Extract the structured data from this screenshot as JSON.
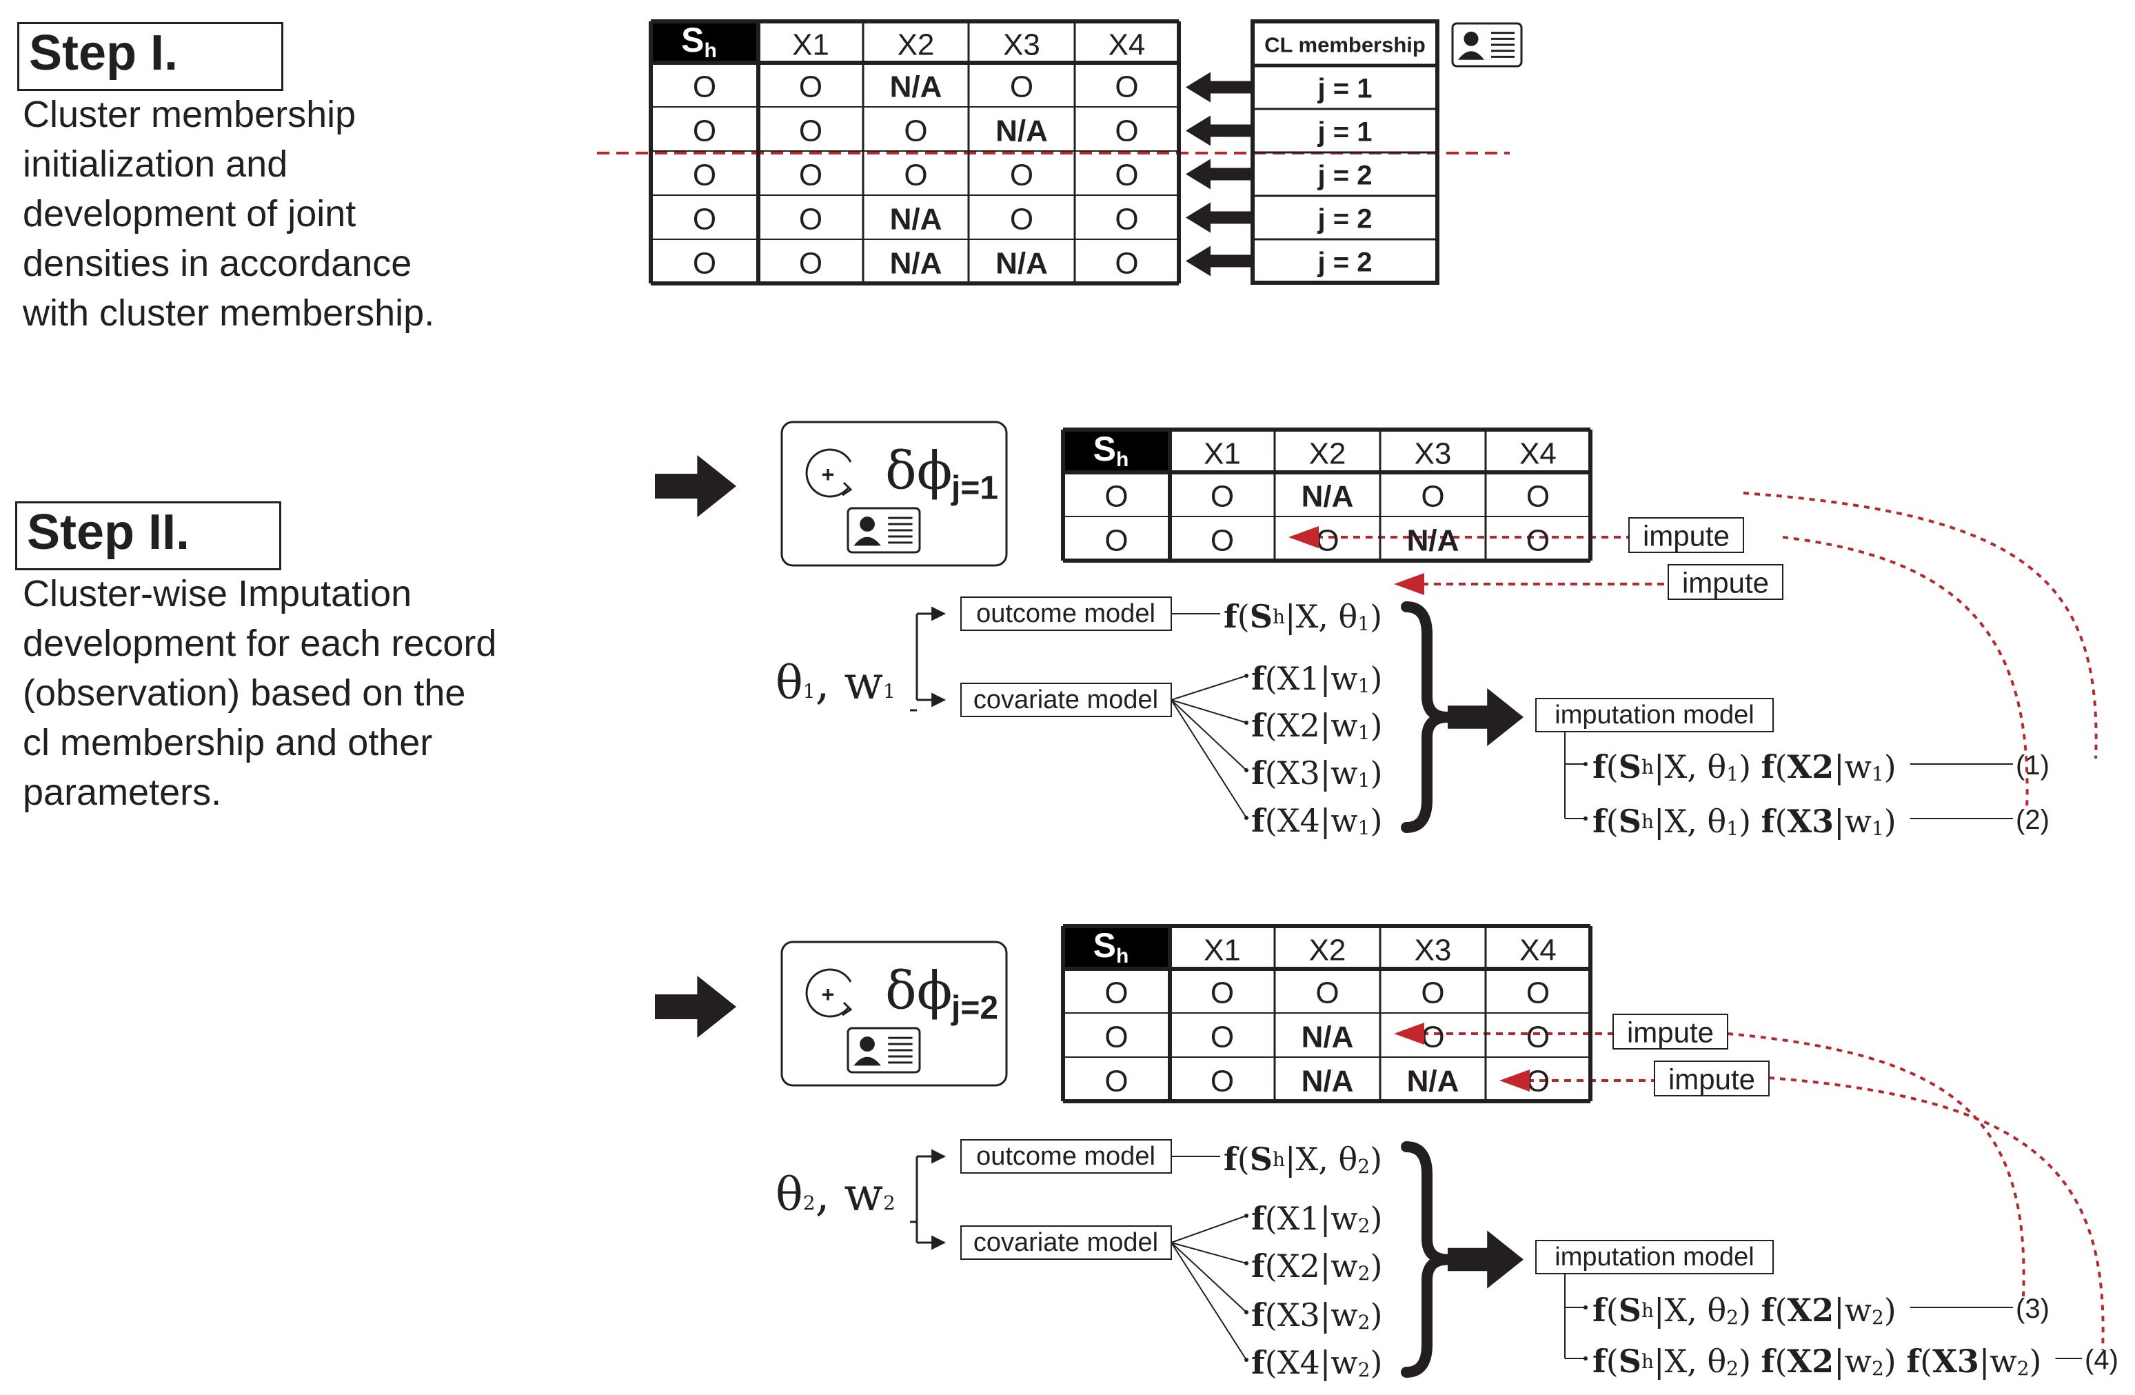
{
  "step1": {
    "title": "Step I.",
    "description": [
      "Cluster membership",
      "initialization and",
      "development of joint",
      "densities in accordance",
      "with cluster membership."
    ],
    "table": {
      "header_sh": "S",
      "header_sh_sub": "h",
      "columns": [
        "X1",
        "X2",
        "X3",
        "X4"
      ],
      "rows": [
        [
          "O",
          "O",
          "N/A",
          "O",
          "O"
        ],
        [
          "O",
          "O",
          "O",
          "N/A",
          "O"
        ],
        [
          "O",
          "O",
          "O",
          "O",
          "O"
        ],
        [
          "O",
          "O",
          "N/A",
          "O",
          "O"
        ],
        [
          "O",
          "O",
          "N/A",
          "N/A",
          "O"
        ]
      ]
    },
    "membership": {
      "header": "CL membership",
      "values": [
        "j = 1",
        "j = 1",
        "j = 2",
        "j = 2",
        "j = 2"
      ],
      "icon": "id-card-icon"
    }
  },
  "step2": {
    "title": "Step II.",
    "description": [
      "Cluster-wise Imputation",
      "development for each record",
      "(observation) based on the",
      "cl membership and other",
      "parameters."
    ],
    "clusters": [
      {
        "delta": "δϕ",
        "j_label": "j=1",
        "params_theta": "θ",
        "params_w": "w",
        "params_index": "1",
        "table": {
          "header_sh": "S",
          "header_sh_sub": "h",
          "columns": [
            "X1",
            "X2",
            "X3",
            "X4"
          ],
          "rows": [
            [
              "O",
              "O",
              "N/A",
              "O",
              "O"
            ],
            [
              "O",
              "O",
              "O",
              "N/A",
              "O"
            ]
          ]
        },
        "impute_labels": [
          "impute",
          "impute"
        ],
        "outcome_model": "outcome model",
        "covariate_model": "covariate model",
        "imputation_model": "imputation model",
        "outcome_formula": "f(Sh|X, θ1)",
        "covariate_formulas": [
          "f(X1|w1)",
          "f(X2|w1)",
          "f(X3|w1)",
          "f(X4|w1)"
        ],
        "imputation_formulas": [
          "f(Sh|X, θ1) f(X2|w1)",
          "f(Sh|X, θ1) f(X3|w1)"
        ],
        "formula_numbers": [
          "(1)",
          "(2)"
        ]
      },
      {
        "delta": "δϕ",
        "j_label": "j=2",
        "params_theta": "θ",
        "params_w": "w",
        "params_index": "2",
        "table": {
          "header_sh": "S",
          "header_sh_sub": "h",
          "columns": [
            "X1",
            "X2",
            "X3",
            "X4"
          ],
          "rows": [
            [
              "O",
              "O",
              "O",
              "O",
              "O"
            ],
            [
              "O",
              "O",
              "N/A",
              "O",
              "O"
            ],
            [
              "O",
              "O",
              "N/A",
              "N/A",
              "O"
            ]
          ]
        },
        "impute_labels": [
          "impute",
          "impute"
        ],
        "outcome_model": "outcome model",
        "covariate_model": "covariate model",
        "imputation_model": "imputation model",
        "outcome_formula": "f(Sh|X, θ2)",
        "covariate_formulas": [
          "f(X1|w2)",
          "f(X2|w2)",
          "f(X3|w2)",
          "f(X4|w2)"
        ],
        "imputation_formulas": [
          "f(Sh|X, θ2) f(X2|w2)",
          "f(Sh|X, θ2) f(X2|w2) f(X3|w2)"
        ],
        "formula_numbers": [
          "(3)",
          "(4)"
        ]
      }
    ]
  },
  "colors": {
    "ink": "#231f20",
    "dashed_red": "#b22a2e",
    "arrow_red": "#c1272d",
    "header_fill": "#000000"
  },
  "icons": [
    "id-card-icon",
    "rotate-add-icon",
    "big-right-arrow-icon",
    "curly-brace-icon"
  ]
}
